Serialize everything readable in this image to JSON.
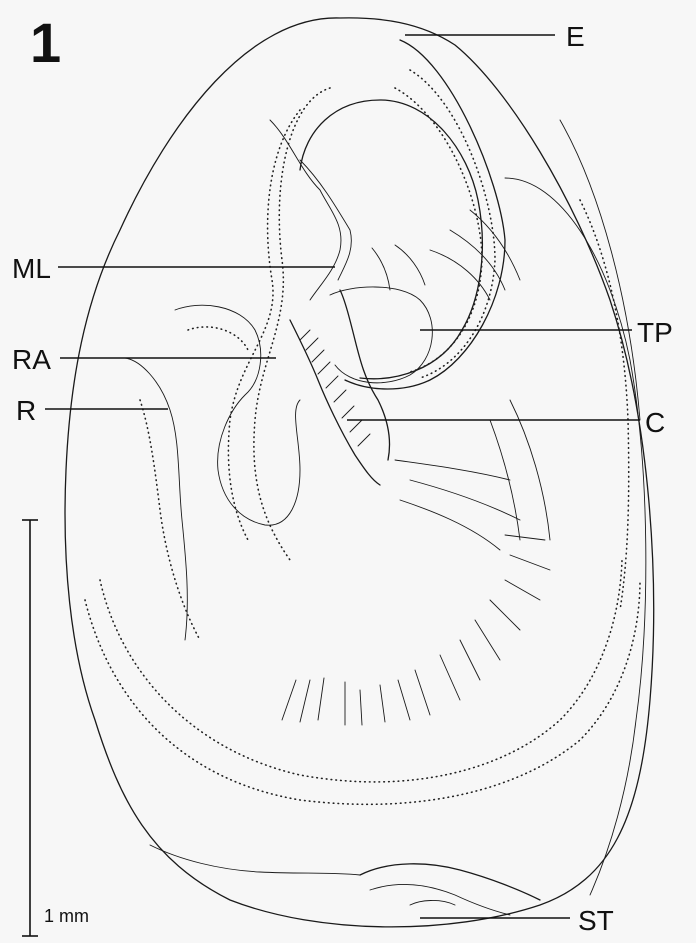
{
  "figure_number": "1",
  "labels": {
    "E": "E",
    "ML": "ML",
    "TP": "TP",
    "RA": "RA",
    "C": "C",
    "R": "R",
    "ST": "ST"
  },
  "scale_bar": {
    "label": "1 mm"
  }
}
